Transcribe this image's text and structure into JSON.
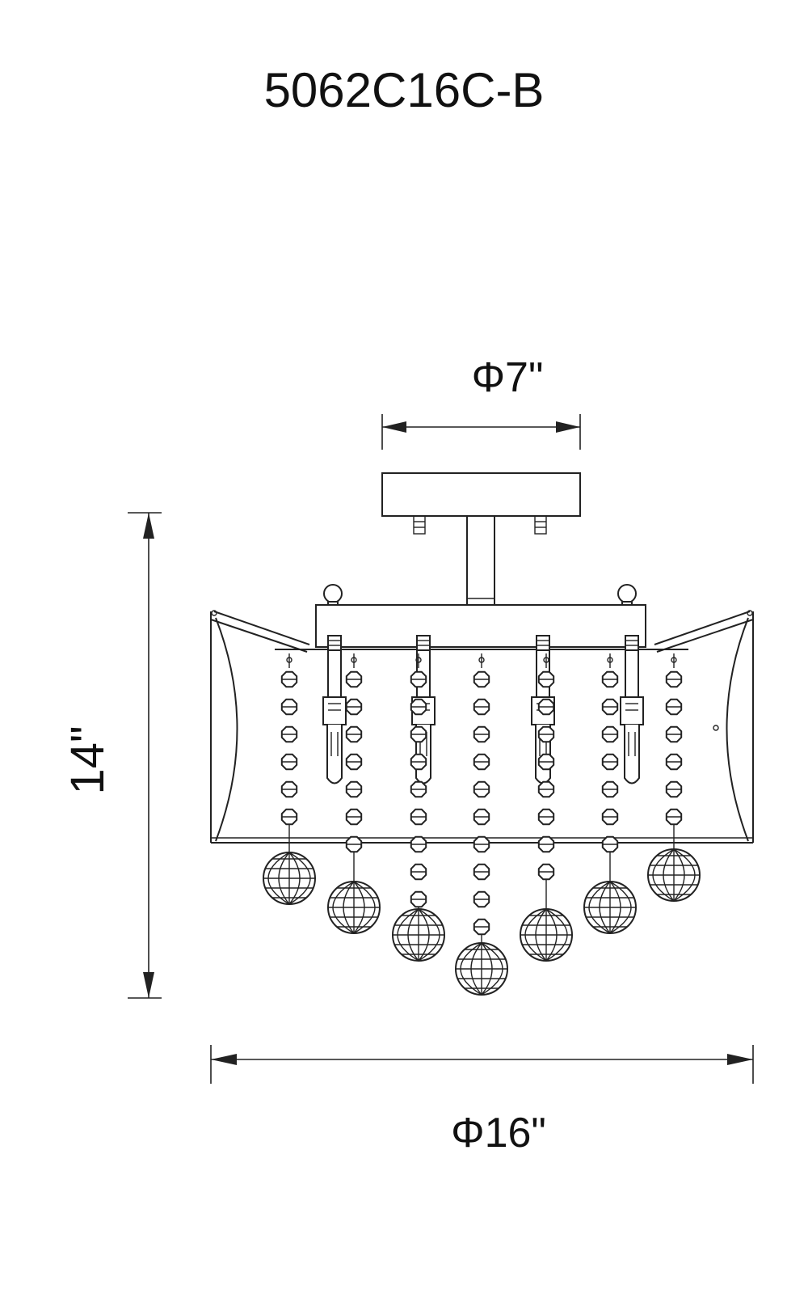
{
  "title": "5062C16C-B",
  "dimensions": {
    "top_diameter": "Φ7\"",
    "height": "14\"",
    "bottom_diameter": "Φ16\""
  },
  "colors": {
    "line": "#222222",
    "background": "#ffffff"
  }
}
